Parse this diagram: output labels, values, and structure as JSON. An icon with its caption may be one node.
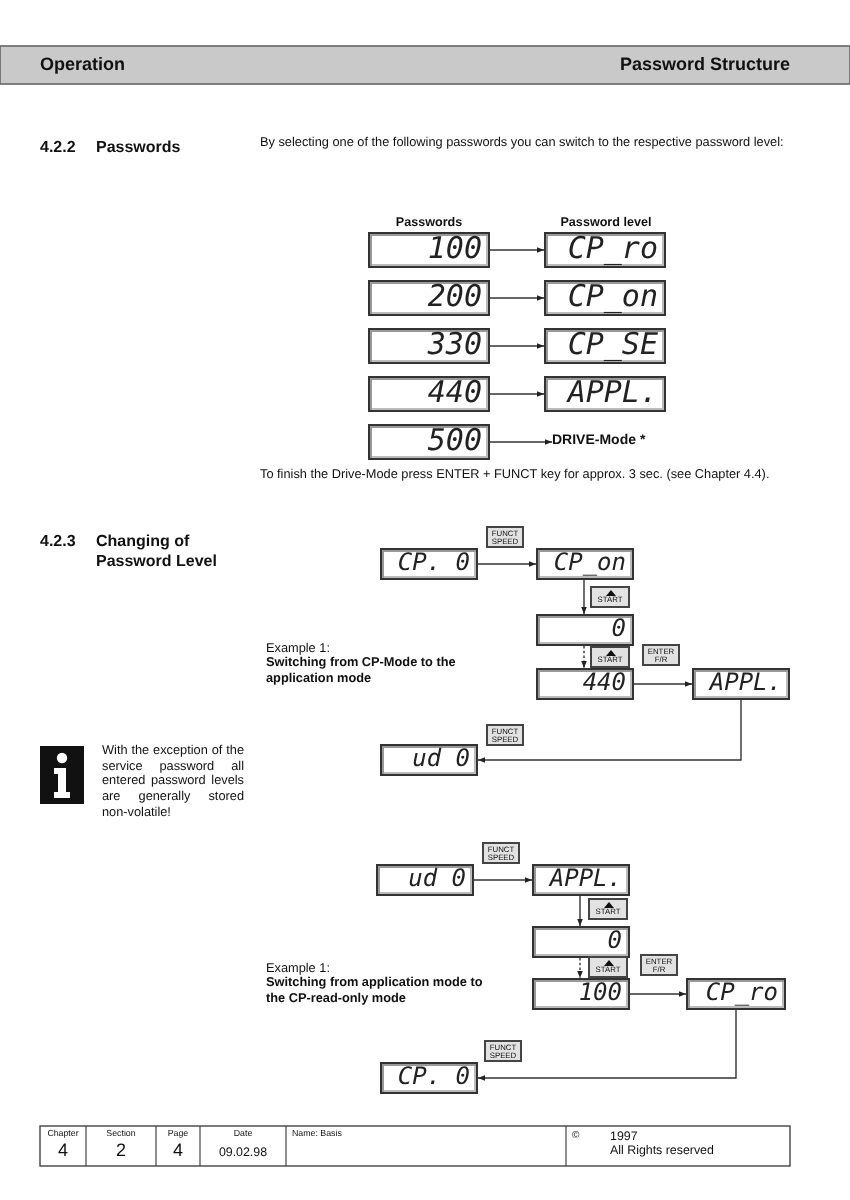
{
  "diagram": {
    "title": "Password Structure",
    "nodes": [
      {
        "text": [
          "100"
        ]
      },
      {
        "text": [
          "CP_ro"
        ]
      },
      {
        "text": [
          "200"
        ]
      },
      {
        "text": [
          "CP_on"
        ]
      },
      {
        "text": [
          "330"
        ]
      },
      {
        "text": [
          "CP_SE"
        ]
      },
      {
        "text": [
          "440"
        ]
      },
      {
        "text": [
          "APPL."
        ]
      },
      {
        "text": [
          "500"
        ]
      },
      {
        "text": [
          "DRIVE-Mode *"
        ]
      },
      {
        "text": [
          "CP. 0"
        ]
      },
      {
        "text": [
          "CP_on"
        ]
      },
      {
        "text": [
          "0"
        ]
      },
      {
        "text": [
          "440"
        ]
      },
      {
        "text": [
          "APPL."
        ]
      },
      {
        "text": [
          "ud 0"
        ]
      },
      {
        "text": [
          "ud 0"
        ]
      },
      {
        "text": [
          "APPL."
        ]
      },
      {
        "text": [
          "0"
        ]
      },
      {
        "text": [
          "100"
        ]
      },
      {
        "text": [
          "CP_ro"
        ]
      },
      {
        "text": [
          "CP. 0"
        ]
      }
    ],
    "edges": [
      {
        "from": 0,
        "to": 1,
        "arrow": "to"
      },
      {
        "from": 2,
        "to": 3,
        "arrow": "to"
      },
      {
        "from": 4,
        "to": 5,
        "arrow": "to"
      },
      {
        "from": 6,
        "to": 7,
        "arrow": "to"
      },
      {
        "from": 8,
        "to": 9,
        "arrow": "to"
      },
      {
        "from": 10,
        "to": 11,
        "arrow": "to",
        "label": "FUNCT SPEED"
      },
      {
        "from": 11,
        "to": 12,
        "arrow": "to",
        "label": "START"
      },
      {
        "from": 12,
        "to": 13,
        "arrow": "to",
        "label": "START",
        "style": "dashed"
      },
      {
        "from": 13,
        "to": 14,
        "arrow": "to",
        "label": "ENTER F/R"
      },
      {
        "from": 14,
        "to": 15,
        "arrow": "to",
        "label": "FUNCT SPEED"
      },
      {
        "from": 16,
        "to": 17,
        "arrow": "to",
        "label": "FUNCT SPEED"
      },
      {
        "from": 17,
        "to": 18,
        "arrow": "to",
        "label": "START"
      },
      {
        "from": 18,
        "to": 19,
        "arrow": "to",
        "label": "START",
        "style": "dashed"
      },
      {
        "from": 19,
        "to": 20,
        "arrow": "to",
        "label": "ENTER F/R"
      },
      {
        "from": 20,
        "to": 21,
        "arrow": "to",
        "label": "FUNCT SPEED"
      }
    ],
    "labels": [
      "Operation",
      "4.2.2",
      "Passwords",
      "By selecting one of the following passwords you can switch to the respective password level:",
      "Passwords",
      "Password level",
      "To finish the Drive-Mode press ENTER + FUNCT key for approx. 3 sec. (see Chapter 4.4).",
      "4.2.3",
      "Changing of Password Level",
      "Example 1:",
      "Switching from CP-Mode to the application mode",
      "With the exception of the service password all entered password levels are generally stored non-volatile!",
      "Example 1:",
      "Switching from application mode to the CP-read-only mode",
      "Chapter",
      "Section",
      "Page",
      "Date",
      "Name: Basis",
      "©",
      "1997",
      "4",
      "2",
      "4",
      "09.02.98",
      "All Rights reserved"
    ]
  }
}
